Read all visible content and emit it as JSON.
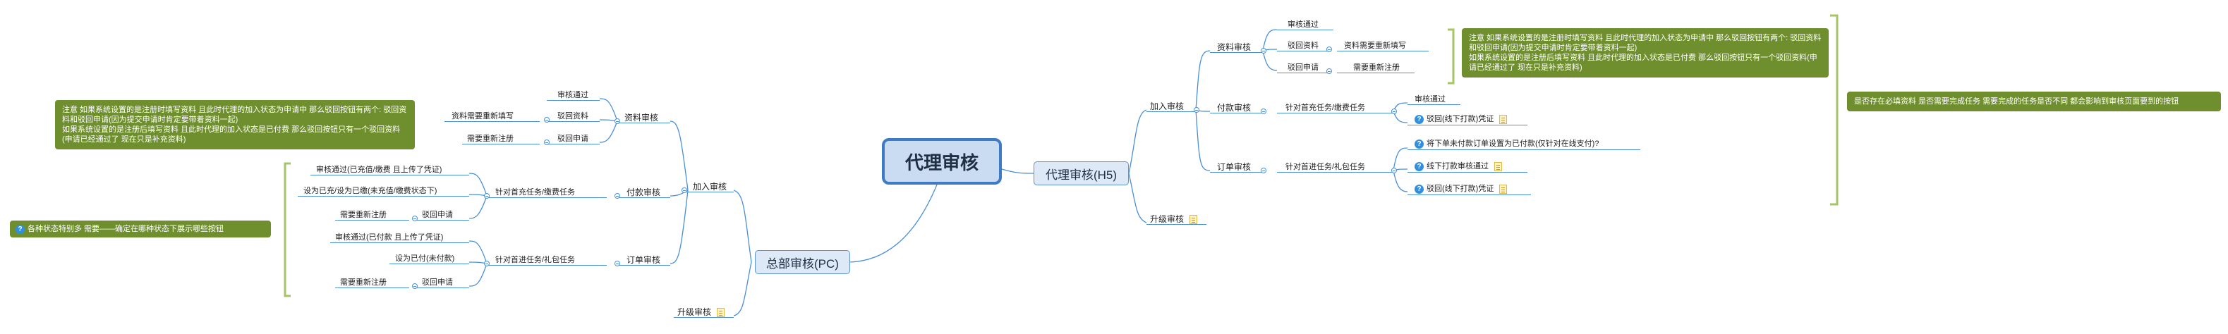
{
  "root": "代理审核",
  "right": {
    "h5": "代理审核(H5)",
    "join": "加入审核",
    "upgrade": "升级审核",
    "material": "资料审核",
    "m_pass": "审核通过",
    "m_reject": "驳回资料",
    "m_reject_child": "资料需要重新填写",
    "m_reject_apply": "驳回申请",
    "m_reject_apply_child": "需要重新注册",
    "payment": "付款审核",
    "pay_task": "针对首充任务/缴费任务",
    "pay_pass": "审核通过",
    "pay_reject": "驳回(线下打款)凭证",
    "order": "订单审核",
    "order_task": "针对首进任务/礼包任务",
    "order_q1": "将下单未付款订单设置为已付款(仅针对在线支付)?",
    "order_pass": "线下打款审核通过",
    "order_reject": "驳回(线下打款)凭证",
    "note1": [
      "注意 如果系统设置的是注册时填写资料 且此时代理的加入状态为申请中 那么驳回按钮有两个: 驳回资料和驳回申请(因为提交申请时肯定要带着资料一起)",
      "如果系统设置的是注册后填写资料 且此时代理的加入状态是已付费 那么驳回按钮只有一个驳回资料(申请已经通过了 现在只是补充资料)"
    ],
    "note2": "是否存在必填资料 是否需要完成任务 需要完成的任务是否不同 都会影响到审核页面要到的按钮"
  },
  "left": {
    "pc": "总部审核(PC)",
    "join": "加入审核",
    "upgrade": "升级审核",
    "material": "资料审核",
    "m_pass": "审核通过",
    "m_reject": "驳回资料",
    "m_reject_child": "资料需要重新填写",
    "m_reject_apply": "驳回申请",
    "m_reject_apply_child": "需要重新注册",
    "payment": "付款审核",
    "pay_task": "针对首充任务/缴费任务",
    "pay_pass": "审核通过(已充值/缴费 且上传了凭证)",
    "pay_set": "设为已充/设为已缴(未充值/缴费状态下)",
    "pay_reject": "驳回申请",
    "pay_reject_child": "需要重新注册",
    "order": "订单审核",
    "order_task": "针对首进任务/礼包任务",
    "order_pass": "审核通过(已付款 且上传了凭证)",
    "order_set": "设为已付(未付款)",
    "order_reject": "驳回申请",
    "order_reject_child": "需要重新注册",
    "note1": [
      "注意 如果系统设置的是注册时填写资料 且此时代理的加入状态为申请中 那么驳回按钮有两个: 驳回资料和驳回申请(因为提交申请时肯定要带着资料一起)",
      "如果系统设置的是注册后填写资料 且此时代理的加入状态是已付费 那么驳回按钮只有一个驳回资料(申请已经通过了 现在只是补充资料)"
    ],
    "note2": "各种状态特别多 需要——确定在哪种状态下展示哪些按钮"
  },
  "colors": {
    "line": "#4a8fd6",
    "note": "#6f8f2e",
    "root_fill": "#c9dcf1",
    "root_border": "#3e7bc4",
    "bracket": "#a6c46a"
  },
  "icons": [
    "question-icon",
    "note-icon",
    "collapse-toggle-icon"
  ]
}
